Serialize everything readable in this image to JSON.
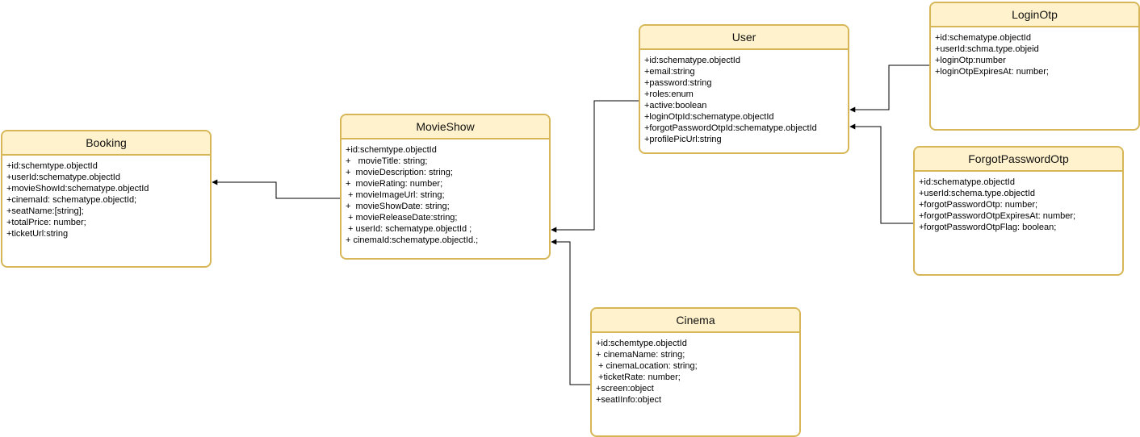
{
  "entities": {
    "booking": {
      "title": "Booking",
      "fields": [
        "+id:schemtype.objectId",
        "+userId:schematype.objectId",
        "+movieShowId:schematype.objectId",
        "+cinemaId: schematype.objectId;",
        "+seatName:[string];",
        "+totalPrice: number;",
        "+ticketUrl:string"
      ]
    },
    "movieshow": {
      "title": "MovieShow",
      "fields": [
        "+id:schemtype.objectId",
        "+   movieTitle: string;",
        "+  movieDescription: string;",
        "+  movieRating: number;",
        " + movieImageUrl: string;",
        "+  movieShowDate: string;",
        " + movieReleaseDate:string;",
        " + userId: schematype.objectId ;",
        "+ cinemaId:schematype.objectId.;"
      ]
    },
    "user": {
      "title": "User",
      "fields": [
        "+id:schematype.objectId",
        "+email:string",
        "+password:string",
        "+roles:enum",
        "+active:boolean",
        "+loginOtpId:schematype.objectId",
        "+forgotPasswordOtpId:schematype.objectId",
        "+profilePicUrl:string"
      ]
    },
    "loginotp": {
      "title": "LoginOtp",
      "fields": [
        "+id:schematype.objectId",
        "+userId:schma.type.objeid",
        "+loginOtp:number",
        "+loginOtpExpiresAt: number;"
      ]
    },
    "forgotpasswordotp": {
      "title": "ForgotPasswordOtp",
      "fields": [
        "+id:schematype.objectId",
        "+userId:schema.type.objectId",
        "+forgotPasswordOtp: number;",
        "+forgotPasswordOtpExpiresAt: number;",
        "+forgotPasswordOtpFlag: boolean;"
      ]
    },
    "cinema": {
      "title": "Cinema",
      "fields": [
        "+id:schemtype.objectId",
        "+ cinemaName: string;",
        " + cinemaLocation: string;",
        " +ticketRate: number;",
        "+screen:object",
        "+seatIInfo:object"
      ]
    }
  },
  "style": {
    "border_color": "#d6b656",
    "header_fill": "#fff2cc",
    "connector_color": "#000000"
  }
}
